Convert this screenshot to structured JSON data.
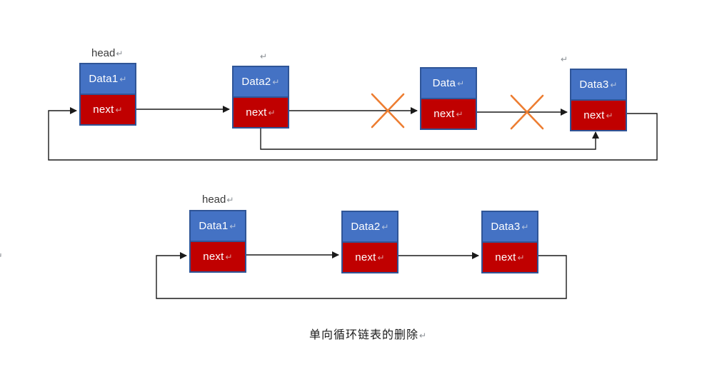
{
  "marks": {
    "pilcrow": "↵"
  },
  "colors": {
    "node_fill_top": "#4472C4",
    "node_fill_bottom": "#C00000",
    "node_border": "#2F5597",
    "delete_x": "#ED7D31",
    "connector": "#1a1a1a",
    "node_text": "#ffffff",
    "label_text": "#3b3b3b"
  },
  "top_list": {
    "head_label": "head",
    "nodes": [
      {
        "data": "Data1",
        "next": "next"
      },
      {
        "data": "Data2",
        "next": "next"
      },
      {
        "data": "Data",
        "next": "next"
      },
      {
        "data": "Data3",
        "next": "next"
      }
    ]
  },
  "bottom_list": {
    "head_label": "head",
    "nodes": [
      {
        "data": "Data1",
        "next": "next"
      },
      {
        "data": "Data2",
        "next": "next"
      },
      {
        "data": "Data3",
        "next": "next"
      }
    ]
  },
  "caption": "单向循环链表的删除"
}
